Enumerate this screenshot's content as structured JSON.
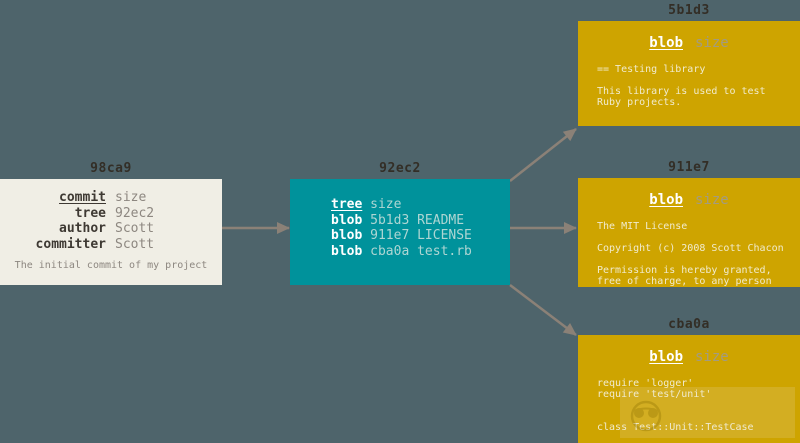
{
  "colors": {
    "background": "#4e646b",
    "commit_box": "#f0eee5",
    "tree_box": "#00929b",
    "blob_box": "#cea400",
    "arrow": "#8b8177",
    "hash_label_text": "#332e26"
  },
  "commit_node": {
    "label": "98ca9",
    "rows": [
      {
        "key": "commit",
        "value": "size"
      },
      {
        "key": "tree",
        "value": "92ec2"
      },
      {
        "key": "author",
        "value": "Scott"
      },
      {
        "key": "committer",
        "value": "Scott"
      }
    ],
    "caption": "The initial commit of my project"
  },
  "tree_node": {
    "label": "92ec2",
    "rows": [
      {
        "key": "tree",
        "value": "size"
      },
      {
        "key": "blob",
        "value": "5b1d3 README"
      },
      {
        "key": "blob",
        "value": "911e7 LICENSE"
      },
      {
        "key": "blob",
        "value": "cba0a test.rb"
      }
    ]
  },
  "blobs": [
    {
      "label": "5b1d3",
      "header_key": "blob",
      "header_value": "size",
      "lines": [
        "== Testing library",
        "",
        "This library is used to test",
        "Ruby projects."
      ]
    },
    {
      "label": "911e7",
      "header_key": "blob",
      "header_value": "size",
      "lines": [
        "The MIT License",
        "",
        "Copyright (c) 2008 Scott Chacon",
        "",
        "Permission is hereby granted,",
        "free of charge, to any person"
      ]
    },
    {
      "label": "cba0a",
      "header_key": "blob",
      "header_value": "size",
      "lines": [
        "require 'logger'",
        "require 'test/unit'",
        "",
        "",
        "class Test::Unit::TestCase"
      ]
    }
  ],
  "edges": [
    {
      "from": "98ca9",
      "to": "92ec2"
    },
    {
      "from": "92ec2",
      "to": "5b1d3"
    },
    {
      "from": "92ec2",
      "to": "911e7"
    },
    {
      "from": "92ec2",
      "to": "cba0a"
    }
  ]
}
